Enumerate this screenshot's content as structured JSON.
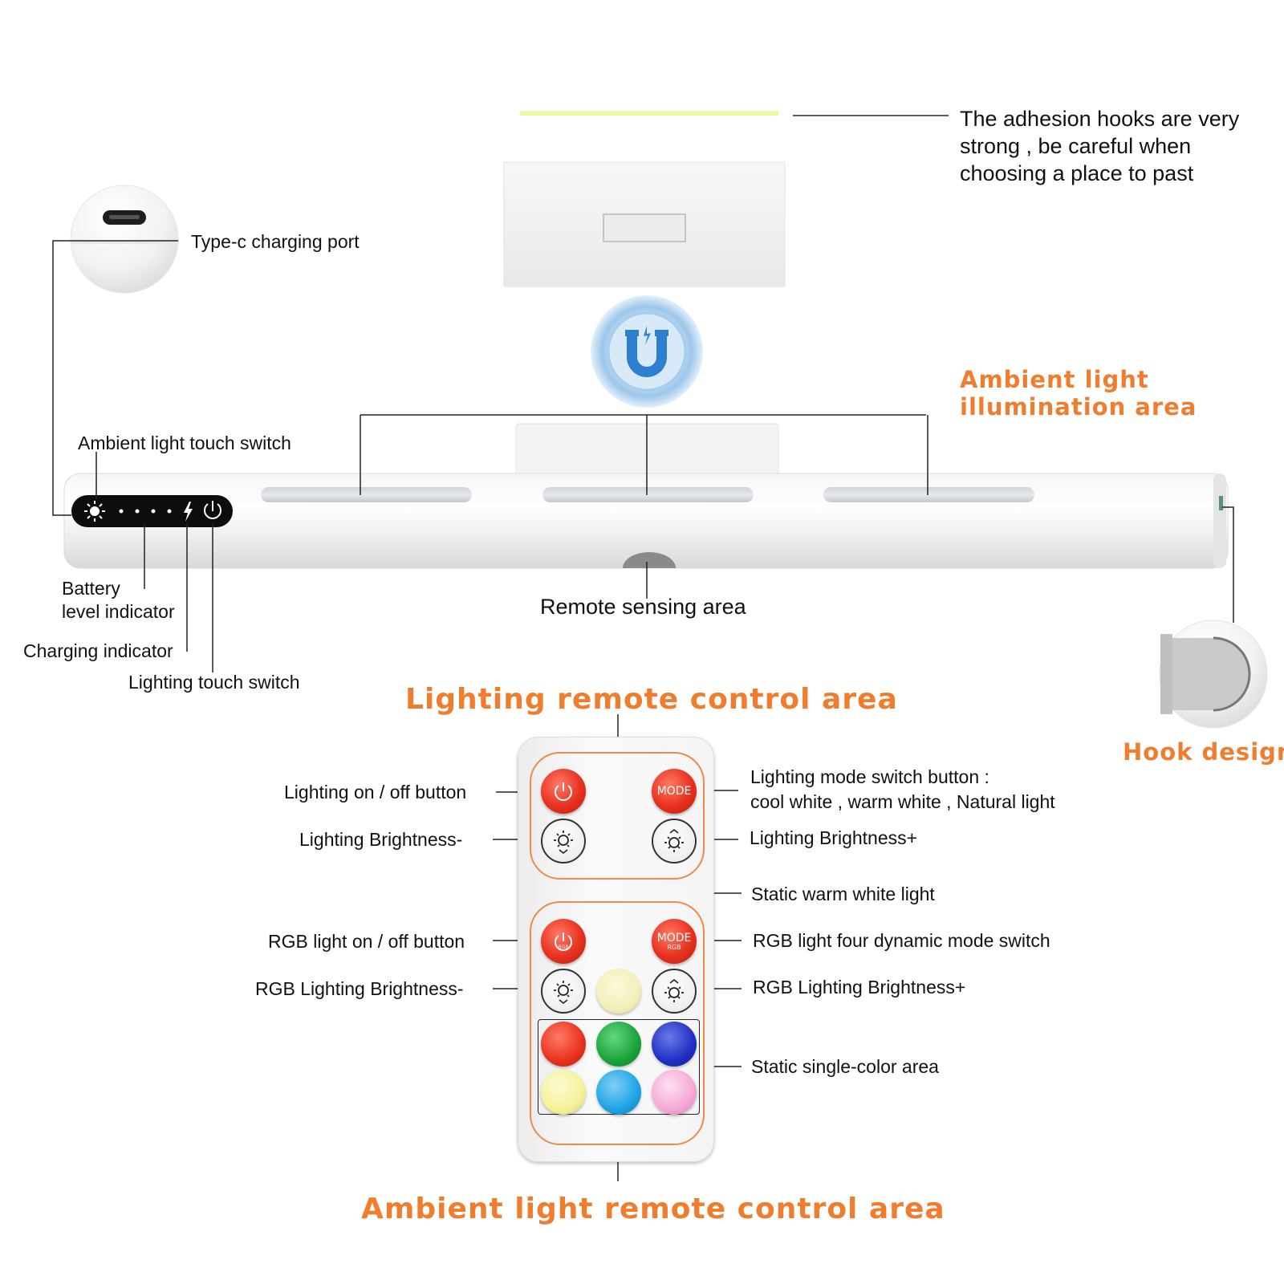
{
  "top_note": {
    "line1": "The adhesion hooks are very",
    "line2": "strong , be careful when",
    "line3": "choosing a place to past"
  },
  "labels": {
    "typec": "Type-c charging port",
    "ambient_touch": "Ambient light touch switch",
    "ambient_area_1": "Ambient  light",
    "ambient_area_2": "illumination  area",
    "battery_1": "Battery",
    "battery_2": "level indicator",
    "charging": "Charging indicator",
    "lighting_touch": "Lighting touch switch",
    "remote_sensing": "Remote sensing area",
    "hook_design": "Hook  design"
  },
  "sections": {
    "lighting_remote": "Lighting  remote  control  area",
    "ambient_remote": "Ambient  light  remote  control  area"
  },
  "remote_labels": {
    "on_off": "Lighting on / off button",
    "brightness_minus": "Lighting Brightness-",
    "mode_1": "Lighting mode switch button :",
    "mode_2": "cool white , warm white , Natural light",
    "brightness_plus": "Lighting Brightness+",
    "static_warm": "Static warm white light",
    "rgb_on_off": "RGB light on / off button",
    "rgb_mode": "RGB light four dynamic mode switch",
    "rgb_brightness_minus": "RGB Lighting Brightness-",
    "rgb_brightness_plus": "RGB Lighting Brightness+",
    "static_single": "Static single-color area"
  },
  "buttons": {
    "mode": "MODE",
    "mode_rgb": "MODE",
    "rgb_sub": "RGB"
  },
  "colors": {
    "accent_orange": "#f07d2e",
    "button_red": "#e8321f",
    "swatches": [
      "#e8321f",
      "#1aa33a",
      "#1f2fc4",
      "#f4f29a",
      "#1ea3e6",
      "#f6a8d6"
    ],
    "static_warm": "#f2f0b8"
  },
  "icons": [
    "usb-c-port-icon",
    "magnet-icon",
    "sun-icon",
    "charge-bolt-icon",
    "power-icon",
    "brightness-down-icon",
    "brightness-up-icon"
  ]
}
